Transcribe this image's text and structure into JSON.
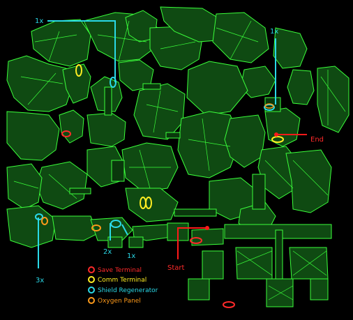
{
  "map": {
    "labels": {
      "top_left_count": "1x",
      "top_right_count": "1x",
      "left_count": "3x",
      "center_left_count": "2x",
      "center_right_count": "1x",
      "start": "Start",
      "end": "End"
    },
    "legend": [
      {
        "label": "Save Terminal",
        "color": "#ff2a2a"
      },
      {
        "label": "Comm Terminal",
        "color": "#ffee22"
      },
      {
        "label": "Shield Regenerator",
        "color": "#2ad9e8"
      },
      {
        "label": "Oxygen Panel",
        "color": "#ff9a1a"
      }
    ],
    "colors": {
      "room_fill": "#0f4a12",
      "room_outline": "#3bff3b",
      "route_line": "#2ad9e8",
      "start_end_line": "#ff1a1a",
      "background": "#000000"
    }
  }
}
